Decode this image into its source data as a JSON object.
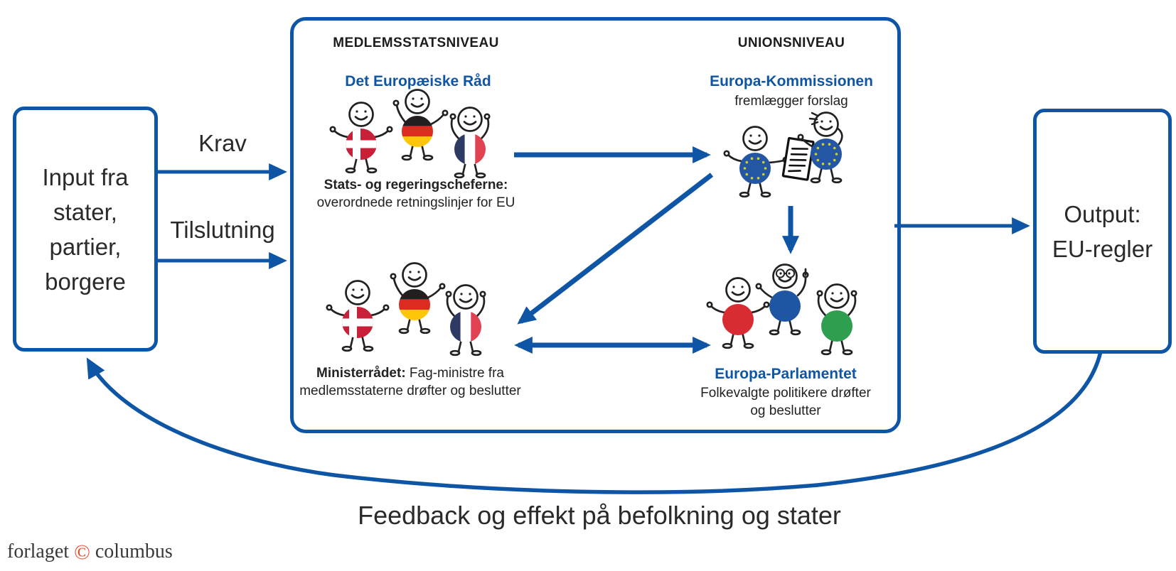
{
  "colors": {
    "primary_blue": "#0e56a5",
    "text_dark": "#2b292c",
    "eu_flag_blue": "#2456a4",
    "eu_star_yellow": "#cfd12e",
    "parliament_red": "#d92b32",
    "parliament_blue": "#1e56a4",
    "parliament_green": "#2e9e4f",
    "logo_symbol_red": "#e2492d"
  },
  "input_box": {
    "lines": [
      "Input fra",
      "stater,",
      "partier,",
      "borgere"
    ]
  },
  "output_box": {
    "lines": [
      "Output:",
      "EU-regler"
    ]
  },
  "flow_labels": {
    "krav": "Krav",
    "tilslutning": "Tilslutning"
  },
  "central_box": {
    "left_column_header": "MEDLEMSSTATSNIVEAU",
    "right_column_header": "UNIONSNIVEAU",
    "european_council": {
      "title": "Det Europæiske Råd",
      "caption_bold": "Stats- og regeringscheferne:",
      "caption_line2": "overordnede retningslinjer for EU",
      "figures": [
        {
          "flag": "denmark",
          "pose": "open"
        },
        {
          "flag": "germany",
          "pose": "raise"
        },
        {
          "flag": "france",
          "pose": "cheer"
        }
      ]
    },
    "commission": {
      "title": "Europa-Kommissionen",
      "subtitle": "fremlægger forslag",
      "figures": [
        {
          "flag": "eu",
          "pose": "hold-document"
        },
        {
          "flag": "eu",
          "pose": "calling"
        }
      ]
    },
    "council_of_ministers": {
      "caption_bold": "Ministerrådet:",
      "caption_rest": " Fag-ministre fra",
      "caption_line2": "medlemsstaterne drøfter og beslutter",
      "figures": [
        {
          "flag": "denmark",
          "pose": "open"
        },
        {
          "flag": "germany",
          "pose": "raise"
        },
        {
          "flag": "france",
          "pose": "cheer"
        }
      ]
    },
    "parliament": {
      "title": "Europa-Parlamentet",
      "caption_line1": "Folkevalgte politikere drøfter",
      "caption_line2": "og beslutter",
      "figures": [
        {
          "flag": "red",
          "pose": "open"
        },
        {
          "flag": "blue",
          "pose": "pointing",
          "glasses": true
        },
        {
          "flag": "green",
          "pose": "cheer"
        }
      ]
    }
  },
  "feedback_label": "Feedback og effekt på befolkning og stater",
  "logo": {
    "prefix": "forlaget",
    "symbol": "©",
    "suffix": "columbus"
  }
}
